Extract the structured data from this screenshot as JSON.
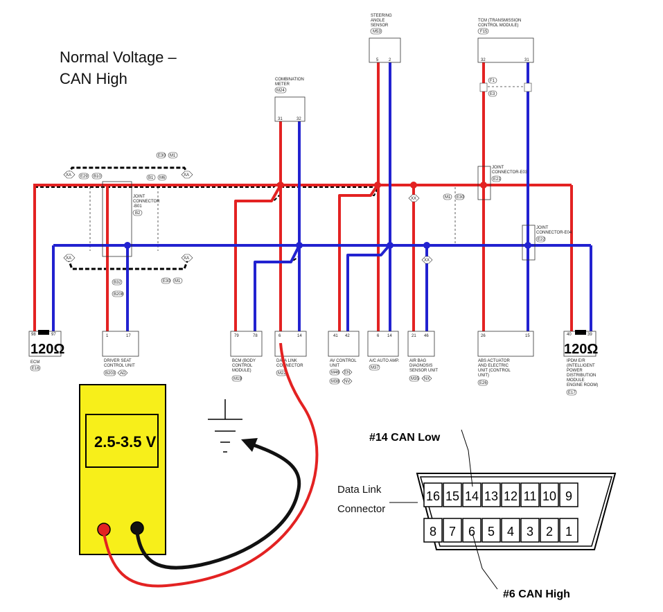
{
  "title_line1": "Normal Voltage –",
  "title_line2": "CAN High",
  "colors": {
    "can_high": "#e32222",
    "can_low": "#2222d0",
    "meter_body": "#f7ef1a",
    "probe_black": "#111111"
  },
  "modules": {
    "steering": {
      "lines": [
        "STEERING",
        "ANGLE",
        "SENSOR"
      ],
      "code": "M53",
      "pin_a": "5",
      "pin_b": "2"
    },
    "tcm": {
      "lines": [
        "TCM (TRANSMISSION",
        "CONTROL MODULE)"
      ],
      "code": "F15",
      "pin_a": "32",
      "pin_b": "31"
    },
    "combination_meter": {
      "lines": [
        "COMBINATION",
        "METER"
      ],
      "code": "M24",
      "pin_a": "31",
      "pin_b": "32"
    },
    "joint_b01": {
      "lines": [
        "JOINT",
        "CONNECTOR",
        "-B01"
      ],
      "code": "B2"
    },
    "joint_e03": {
      "lines": [
        "JOINT",
        "CONNECTOR-E03"
      ],
      "code": "E21"
    },
    "joint_e04": {
      "lines": [
        "JOINT",
        "CONNECTOR-E04"
      ],
      "code": "E22"
    },
    "ecm": {
      "lines": [
        "ECM"
      ],
      "code": "E16",
      "pin_a": "98",
      "pin_b": "97",
      "resistor": "120Ω"
    },
    "driver_seat": {
      "lines": [
        "DRIVER SEAT",
        "CONTROL UNIT"
      ],
      "code": "B203",
      "code2": "AD",
      "pin_a": "1",
      "pin_b": "17"
    },
    "bcm": {
      "lines": [
        "BCM (BODY",
        "CONTROL",
        "MODULE)"
      ],
      "code": "M19",
      "pin_a": "79",
      "pin_b": "78"
    },
    "dlc": {
      "lines": [
        "DATA LINK",
        "CONNECTOR"
      ],
      "code": "M22",
      "pin_a": "6",
      "pin_b": "14"
    },
    "av": {
      "lines": [
        "AV CONTROL",
        "UNIT"
      ],
      "code": "M46",
      "code2": "M38",
      "tag": "EN",
      "tag2": "NV",
      "pin_a": "41",
      "pin_b": "42"
    },
    "ac": {
      "lines": [
        "A/C AUTO AMP."
      ],
      "code": "M37",
      "pin_a": "6",
      "pin_b": "14"
    },
    "airbag": {
      "lines": [
        "AIR BAG",
        "DIAGNOSIS",
        "SENSOR UNIT"
      ],
      "code": "M35",
      "tag": "NX",
      "pin_a": "21",
      "pin_b": "46"
    },
    "abs": {
      "lines": [
        "ABS ACTUATOR",
        "AND ELECTRIC",
        "UNIT (CONTROL",
        "UNIT)"
      ],
      "code": "E26",
      "pin_a": "26",
      "pin_b": "15"
    },
    "ipdm": {
      "lines": [
        "IPDM E/R",
        "(INTELLIGENT",
        "POWER",
        "DISTRIBUTION",
        "MODULE",
        "ENGINE ROOM)"
      ],
      "code": "E17",
      "pin_a": "40",
      "pin_b": "39",
      "resistor": "120Ω"
    }
  },
  "connector_tags": {
    "xa": "XA",
    "e30": "E30",
    "m1": "M1",
    "e29": "E29",
    "b10": "B10",
    "b1": "B1",
    "m6": "M6",
    "b32": "B32",
    "b208": "B208",
    "f1": "F1",
    "e3": "E3",
    "xx": "XX",
    "nx": "NX"
  },
  "meter": {
    "reading": "2.5-3.5 V"
  },
  "obd": {
    "top_pins": [
      "16",
      "15",
      "14",
      "13",
      "12",
      "11",
      "10",
      "9"
    ],
    "bottom_pins": [
      "8",
      "7",
      "6",
      "5",
      "4",
      "3",
      "2",
      "1"
    ],
    "label_line1": "Data Link",
    "label_line2": "Connector",
    "can_low_label": "#14 CAN Low",
    "can_high_label": "#6 CAN High"
  }
}
